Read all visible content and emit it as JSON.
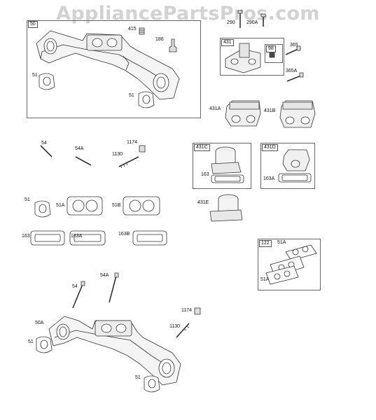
{
  "watermark": "AppliancePartsPros.com",
  "boxes": {
    "b50": "50",
    "b431": "431",
    "b98": "98",
    "b431c": "431C",
    "b431d": "431D",
    "b122": "122"
  },
  "labels": {
    "l415": "415",
    "l186": "186",
    "l51a": "51",
    "l51b": "51",
    "l290": "290",
    "l290a": "290A",
    "l365": "365",
    "l365a": "365A",
    "l431a": "431A",
    "l431b": "431B",
    "l54": "54",
    "l54a": "54A",
    "l1174": "1174",
    "l1130": "1130",
    "l163c": "163",
    "l163ad": "163A",
    "l51r": "51",
    "l51ar": "51A",
    "l51br": "51B",
    "l163r": "163",
    "l163ar": "163A",
    "l163br": "163B",
    "l431e": "431E",
    "l51a_k1": "51A",
    "l51a_k2": "51A",
    "l54b": "54",
    "l54ab": "54A",
    "l50a": "50A",
    "l51c": "51",
    "l1174b": "1174",
    "l1130b": "1130",
    "l51d": "51"
  }
}
